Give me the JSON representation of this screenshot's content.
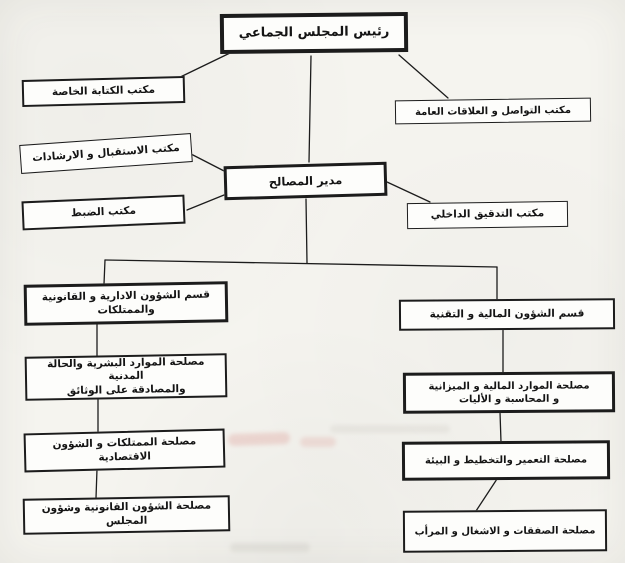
{
  "document": {
    "kind": "scanned-organigramme",
    "language": "ar",
    "direction": "rtl"
  },
  "colors": {
    "ink": "#1c1c1c",
    "paper": "#f5f4ef",
    "box_fill": "#fdfdfb",
    "smudge_pink": "#d98c85"
  },
  "org_chart": {
    "root": {
      "label": "رئيس المجلس الجماعي"
    },
    "president_offices": [
      {
        "id": "private-secretariat-office",
        "label": "مكتب الكتابة الخاصة"
      },
      {
        "id": "communication-public-relations-office",
        "label": "مكتب التواصل و العلاقات العامة"
      }
    ],
    "director": {
      "label": "مدير المصالح"
    },
    "director_offices": [
      {
        "id": "reception-guidance-office",
        "label": "مكتب الاستقبال و الارشادات"
      },
      {
        "id": "registry-office",
        "label": "مكتب الضبط"
      },
      {
        "id": "internal-audit-office",
        "label": "مكتب التدقيق الداخلي"
      }
    ],
    "divisions": [
      {
        "id": "admin-legal-property-division",
        "label_line1": "قسم الشؤون الادارية و القانونية",
        "label_line2": "والممتلكات",
        "services": [
          {
            "label_line1": "مصلحة الموارد البشرية والحالة المدنية",
            "label_line2": "والمصادقة على الوثائق"
          },
          {
            "label_line1": "مصلحة الممتلكات و الشؤون الاقتصادية",
            "label_line2": ""
          },
          {
            "label_line1": "مصلحة الشؤون القانونية وشؤون المجلس",
            "label_line2": ""
          }
        ]
      },
      {
        "id": "financial-technical-division",
        "label_line1": "قسم الشؤون المالية و التقنية",
        "label_line2": "",
        "services": [
          {
            "label_line1": "مصلحة الموارد المالية و الميزانية",
            "label_line2": "و المحاسبة و الأليات"
          },
          {
            "label_line1": "مصلحة التعمير والتخطيط و البيئة",
            "label_line2": ""
          },
          {
            "label_line1": "مصلحة الصفقات و الاشغال و المرأب",
            "label_line2": ""
          }
        ]
      }
    ]
  }
}
